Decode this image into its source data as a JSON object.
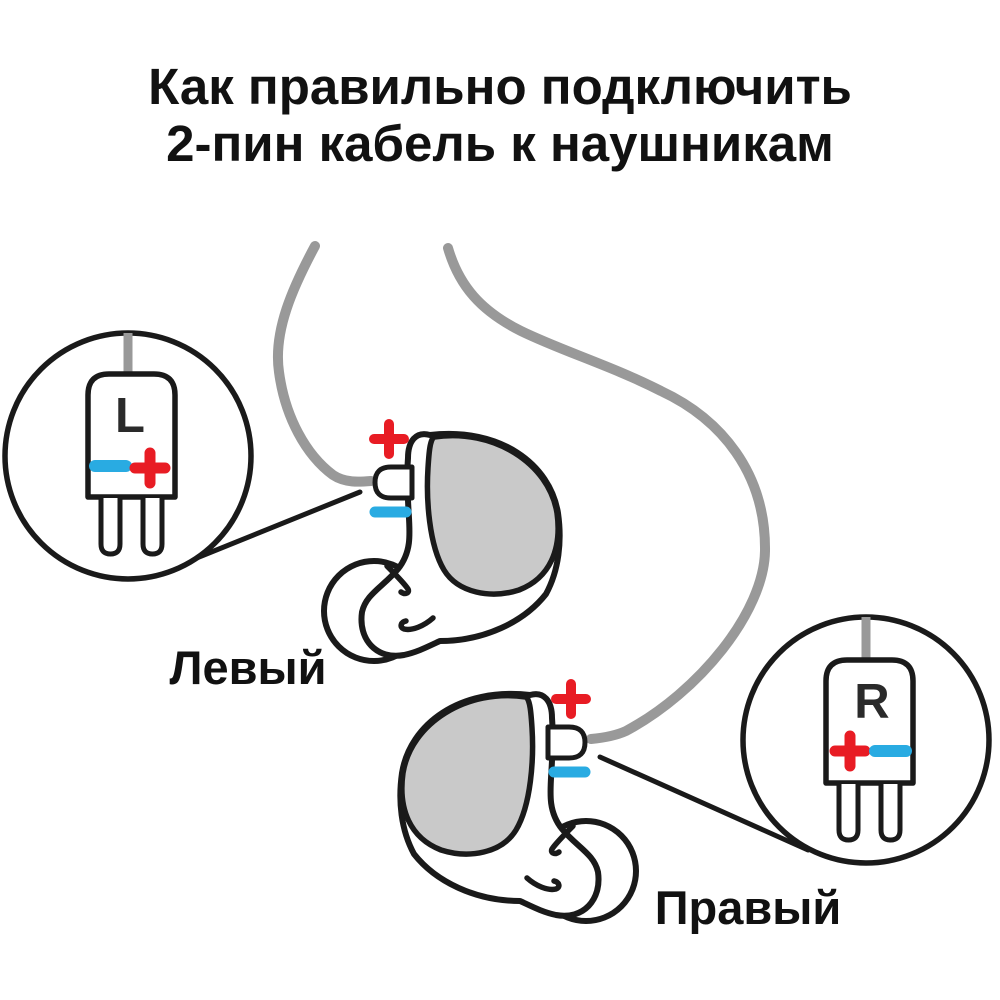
{
  "title": {
    "line1": "Как правильно подключить",
    "line2": "2-пин кабель к наушникам"
  },
  "earphones": {
    "left": {
      "label": "Левый",
      "polarity_top": "+",
      "polarity_bottom": "−"
    },
    "right": {
      "label": "Правый",
      "polarity_top": "+",
      "polarity_bottom": "−"
    }
  },
  "connectors": {
    "left": {
      "channel": "L",
      "pin_left": "−",
      "pin_right": "+"
    },
    "right": {
      "channel": "R",
      "pin_left": "+",
      "pin_right": "−"
    }
  },
  "colors": {
    "positive": "#e81c24",
    "negative": "#29abe2",
    "cable": "#999999",
    "faceplate": "#c9c9c9",
    "outline": "#1a1a1a"
  }
}
